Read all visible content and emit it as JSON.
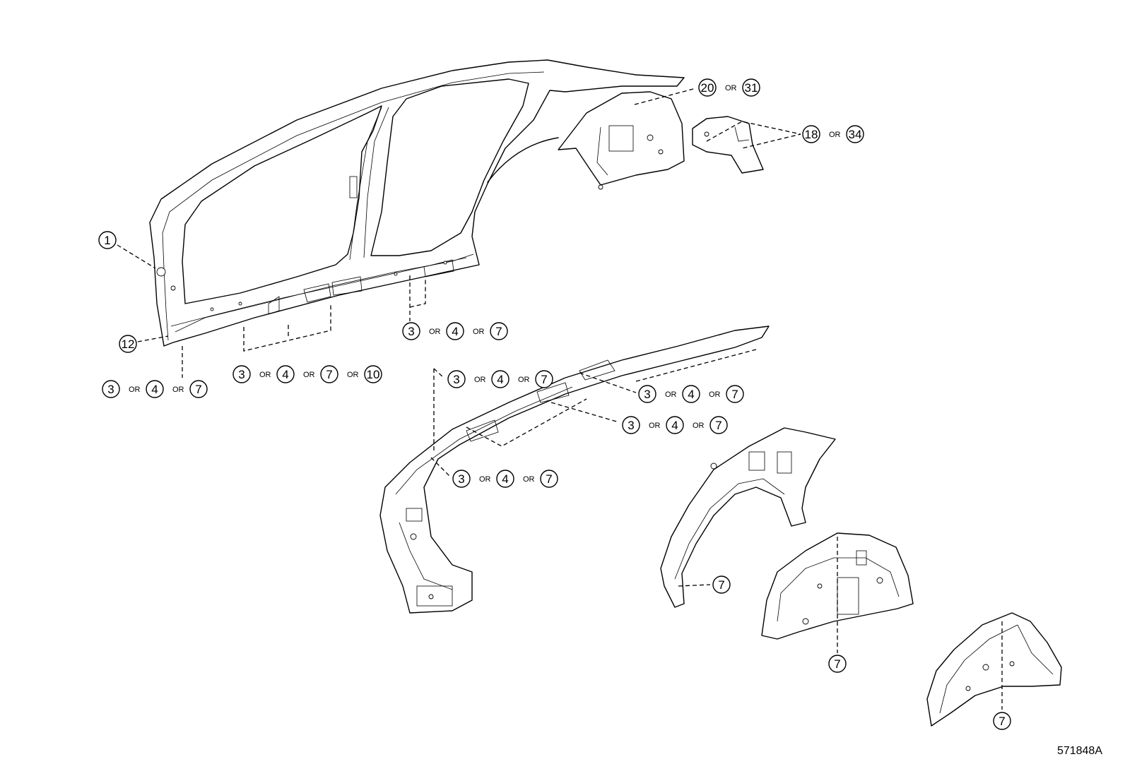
{
  "diagram_code": "571848A",
  "or_word": "OR",
  "callouts": [
    {
      "id": "c1",
      "refs": [
        "1"
      ]
    },
    {
      "id": "c12",
      "refs": [
        "12"
      ]
    },
    {
      "id": "c-rocker-front",
      "refs": [
        "3",
        "4",
        "7"
      ]
    },
    {
      "id": "c-rocker-mid",
      "refs": [
        "3",
        "4",
        "7",
        "10"
      ]
    },
    {
      "id": "c-rocker-rear",
      "refs": [
        "3",
        "4",
        "7"
      ]
    },
    {
      "id": "c-quarter",
      "refs": [
        "20",
        "31"
      ]
    },
    {
      "id": "c-bracket",
      "refs": [
        "18",
        "34"
      ]
    },
    {
      "id": "c-inner-a",
      "refs": [
        "3",
        "4",
        "7"
      ]
    },
    {
      "id": "c-inner-b",
      "refs": [
        "3",
        "4",
        "7"
      ]
    },
    {
      "id": "c-inner-c",
      "refs": [
        "3",
        "4",
        "7"
      ]
    },
    {
      "id": "c-inner-d",
      "refs": [
        "3",
        "4",
        "7"
      ]
    },
    {
      "id": "c-wheelhouse-outer",
      "refs": [
        "7"
      ]
    },
    {
      "id": "c-wheelhouse-inner",
      "refs": [
        "7"
      ]
    },
    {
      "id": "c-wheelhouse-ext",
      "refs": [
        "7"
      ]
    }
  ]
}
